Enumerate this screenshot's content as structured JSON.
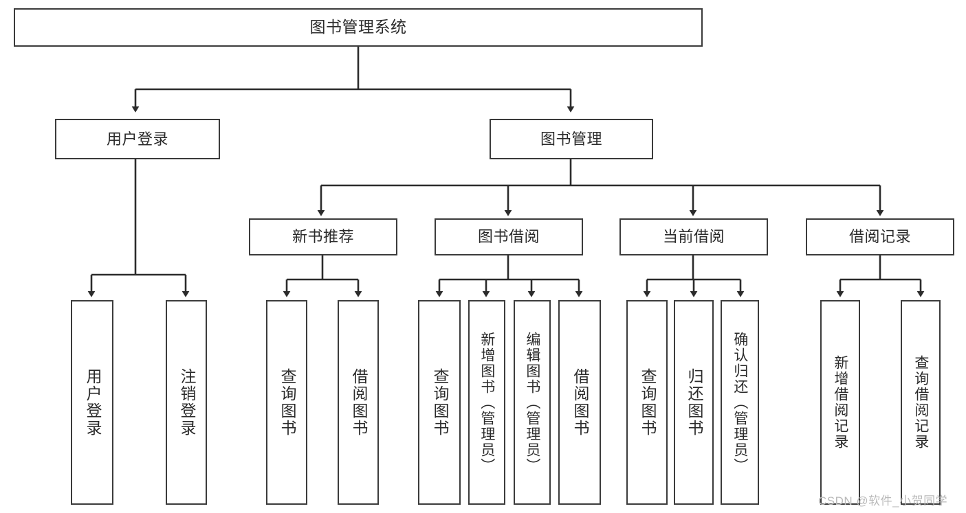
{
  "diagram": {
    "title": "图书管理系统",
    "type": "tree",
    "orientation": "top-down",
    "colors": {
      "box_border": "#3b3b3b",
      "box_fill": "#ffffff",
      "edge": "#2b2b2b",
      "text": "#2b2b2b",
      "background": "#ffffff",
      "watermark": "#b9b9b9"
    },
    "nodes": {
      "root": {
        "label": "图书管理系统"
      },
      "level1": [
        {
          "label": "用户登录"
        },
        {
          "label": "图书管理"
        }
      ],
      "level2": [
        {
          "label": "新书推荐"
        },
        {
          "label": "图书借阅"
        },
        {
          "label": "当前借阅"
        },
        {
          "label": "借阅记录"
        }
      ],
      "leaves": {
        "user_login": [
          {
            "label": "用户登录"
          },
          {
            "label": "注销登录"
          }
        ],
        "new_book_recommend": [
          {
            "label": "查询图书"
          },
          {
            "label": "借阅图书"
          }
        ],
        "book_borrow": [
          {
            "label": "查询图书"
          },
          {
            "label": "新增图书（管理员）"
          },
          {
            "label": "编辑图书（管理员）"
          },
          {
            "label": "借阅图书"
          }
        ],
        "current_borrow": [
          {
            "label": "查询图书"
          },
          {
            "label": "归还图书"
          },
          {
            "label": "确认归还（管理员）"
          }
        ],
        "borrow_record": [
          {
            "label": "新增借阅记录"
          },
          {
            "label": "查询借阅记录"
          }
        ]
      }
    },
    "watermark": {
      "text": "CSDN @软件_小贺同学"
    }
  }
}
